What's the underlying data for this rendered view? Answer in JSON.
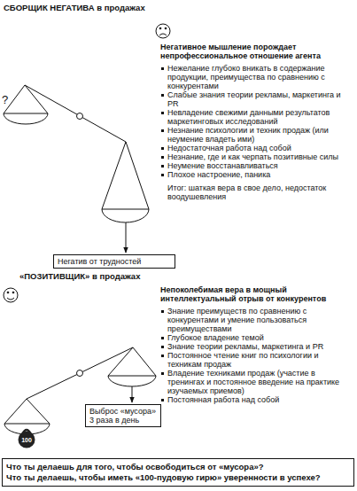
{
  "diagram": {
    "nodes": [
      {
        "text": [
          "Негатив от трудностей"
        ]
      },
      {
        "text": [
          "Выброс «мусора» 3 раза в день"
        ]
      },
      {
        "text": [
          "100"
        ]
      },
      {
        "text": [
          "Что ты делаешь для того, чтобы освободиться от «мусора»?",
          "Что ты делаешь, чтобы иметь «100-пудовую гирю» уверенности в успехе?"
        ]
      }
    ],
    "labels": [
      "СБОРЩИК НЕГАТИВА в продажах",
      "?",
      "Негативное мышление порождает непрофессиональное отношение агента",
      "Нежелание глубоко вникать в содержание продукции, преимущества по сравнению с конкурентами",
      "Слабые знания теории рекламы, маркетинга и PR",
      "Невладение свежими данными результатов маркетинговых исследований",
      "Незнание психологии и техник продаж (или неумение владеть ими)",
      "Недостаточная работа над собой",
      "Незнание, где и как черпать позитивные силы",
      "Неумение восстанавливаться",
      "Плохое настроение, паника",
      "Итог: шаткая вера в свое дело, недостаток воодушевления",
      "«ПОЗИТИВЩИК» в продажах",
      "Непоколебимая вера в мощный интеллектуальный отрыв от конкурентов",
      "Знание преимуществ по сравнению с конкурентами и умение пользоваться преимуществами",
      "Глубокое владение темой",
      "Знание теории рекламы, маркетинга и PR",
      "Постоянное чтение книг по психологии и техникам продаж",
      "Владение техниками продаж (участие в тренингах и постоянное введение на практике изучаемых приемов)",
      "Постоянная работа над собой"
    ]
  }
}
